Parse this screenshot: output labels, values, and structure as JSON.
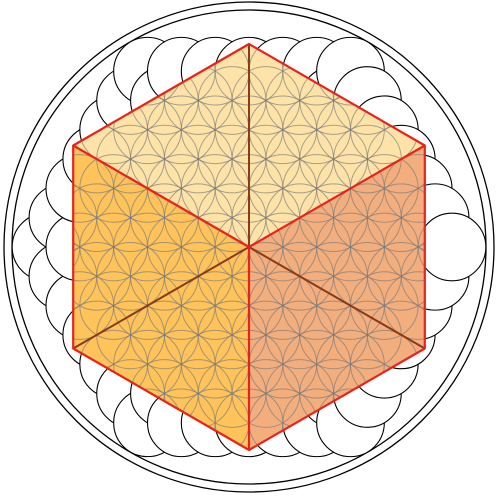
{
  "figure": {
    "kind": "flower-of-life-cube",
    "colors": {
      "background": "#ffffff",
      "outline": "#000000",
      "lattice": "#7a7a7a",
      "cube_edge": "#e8231a",
      "face_divider": "#8b3a1a",
      "face_top": "#fde3a8",
      "face_left": "#fec35a",
      "face_right": "#f3ae7e"
    },
    "faces": [
      "top",
      "left",
      "right"
    ]
  }
}
